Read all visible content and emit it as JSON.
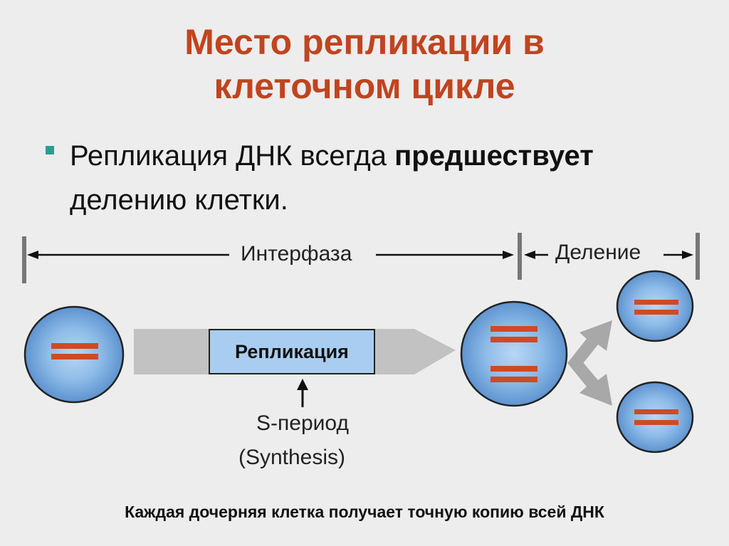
{
  "title": {
    "line1": "Место репликации в",
    "line2": "клеточном цикле"
  },
  "bullet": {
    "text_before": "Репликация ДНК всегда ",
    "text_bold": "предшествует",
    "text_after": "делению клетки."
  },
  "diagram": {
    "interphase_label": "Интерфаза",
    "division_label": "Деление",
    "replication_label": "Репликация",
    "s_period_label": "S-период",
    "synthesis_label": "(Synthesis)"
  },
  "footer": "Каждая дочерняя клетка получает точную копию всей ДНК",
  "colors": {
    "background": "#ededed",
    "title": "#c0441f",
    "bullet": "#2e9c93",
    "cell_fill": "#7aaee0",
    "chromosome": "#cf4a24",
    "band": "#c2c2c2",
    "replication_box": "#a9cdf0"
  }
}
